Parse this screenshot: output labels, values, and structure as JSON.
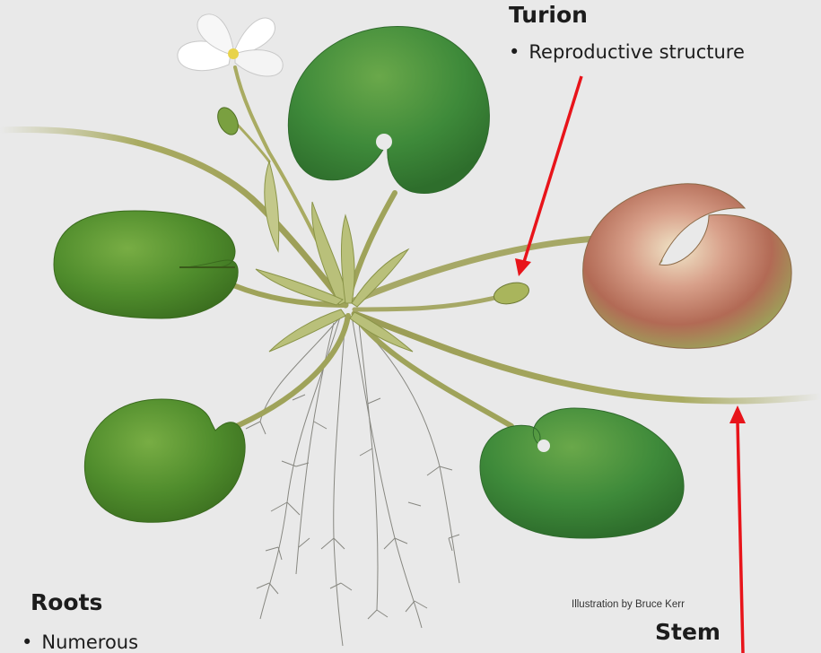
{
  "labels": {
    "turion": {
      "title": "Turion",
      "bullet": "Reproductive structure"
    },
    "roots": {
      "title": "Roots",
      "bullet": "Numerous"
    },
    "stem": {
      "title": "Stem"
    }
  },
  "credit": "Illustration by Bruce Kerr",
  "colors": {
    "background": "#e9e9e9",
    "leaf": "#5f9a34",
    "stem": "#a9ab62",
    "arrow": "#e8141a",
    "root": "#7b7b74",
    "flower": "#ffffff"
  }
}
